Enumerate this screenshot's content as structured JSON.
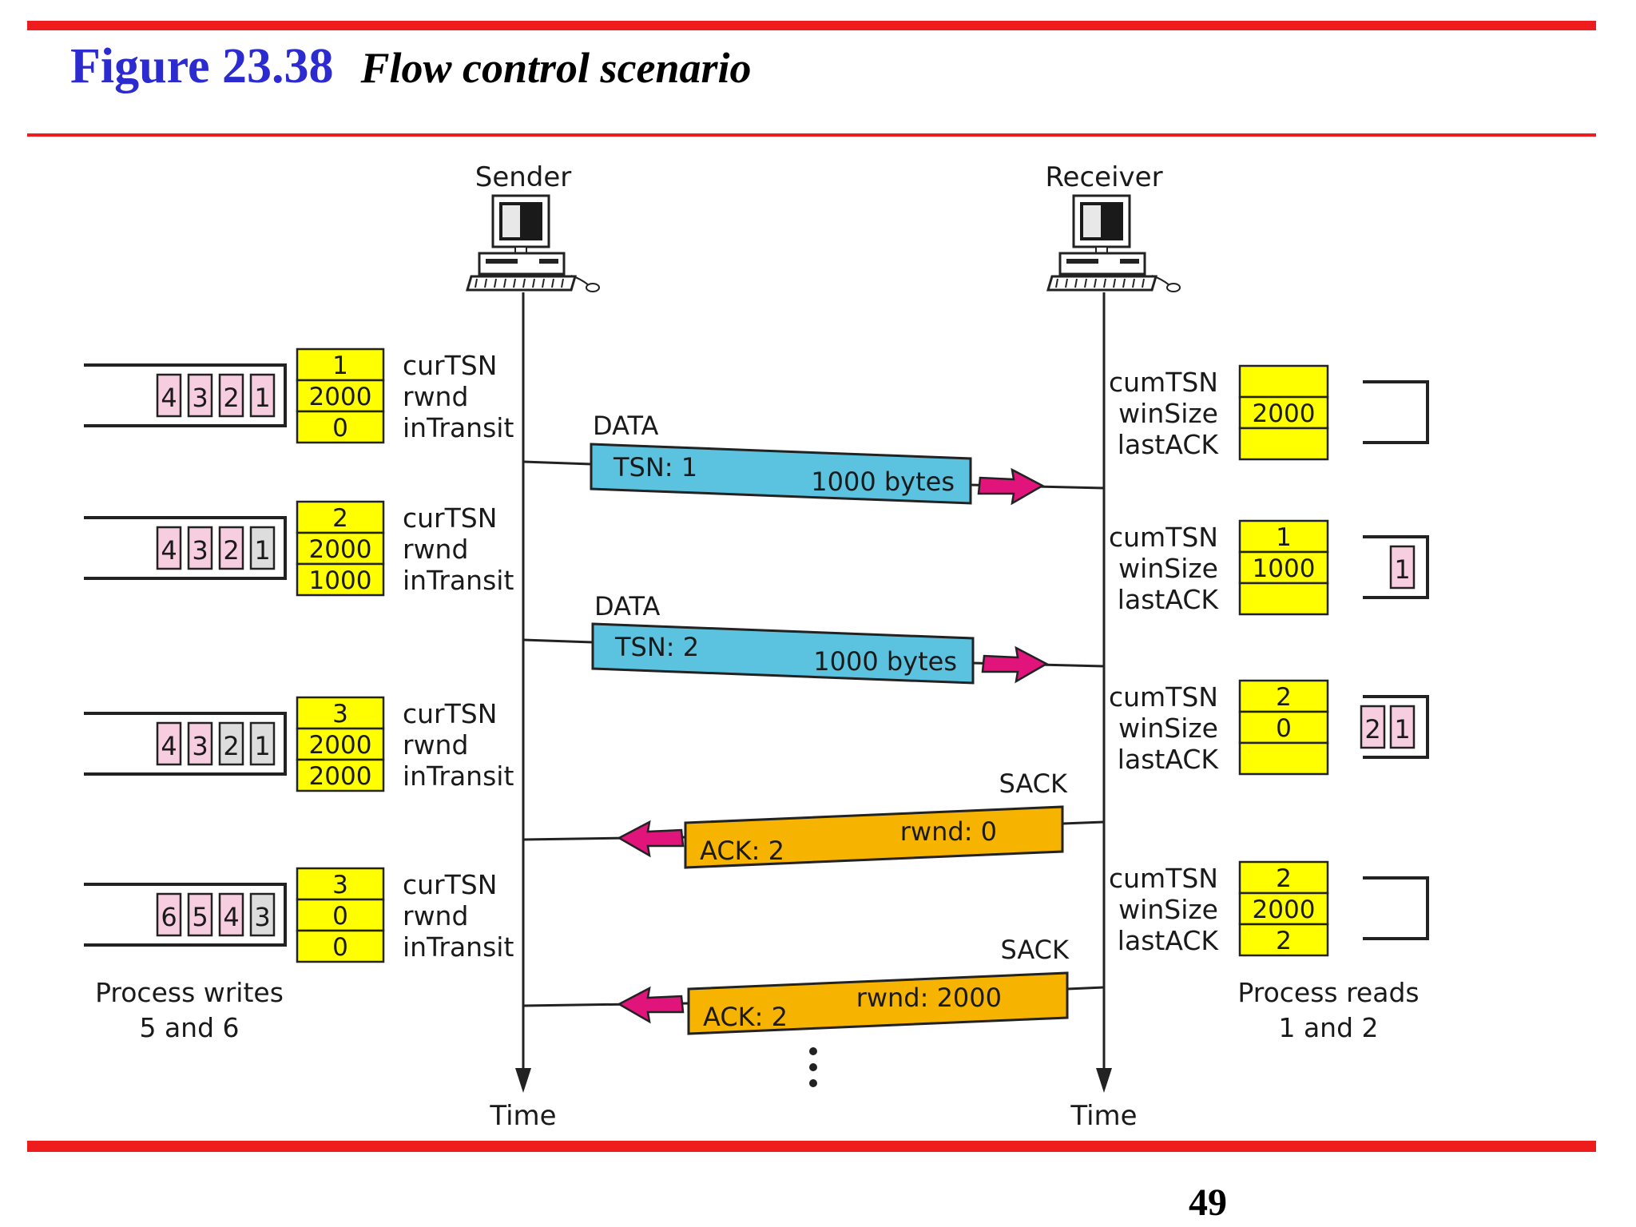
{
  "figure": {
    "title": "Figure 23.38",
    "subtitle": "Flow control scenario",
    "page_number": "49"
  },
  "colors": {
    "rule": "#ee1c1c",
    "title": "#2b2bd0",
    "yellow_box": "#ffff00",
    "data_packet": "#5bc3e0",
    "sack_packet": "#f6b400",
    "arrow": "#e0147a",
    "chunk_pink": "#f7cde0",
    "chunk_gray": "#dddddd"
  },
  "icons": {
    "host": "computer-icon",
    "arrow": "arrow-icon"
  },
  "hosts": {
    "sender": "Sender",
    "receiver": "Receiver",
    "time": "Time"
  },
  "sender_labels": [
    "curTSN",
    "rwnd",
    "inTransit"
  ],
  "receiver_labels": [
    "cumTSN",
    "winSize",
    "lastACK"
  ],
  "sender_states": [
    {
      "values": [
        "1",
        "2000",
        "0"
      ],
      "chunks": [
        "4",
        "3",
        "2",
        "1"
      ],
      "sent": [
        false,
        false,
        false,
        false
      ]
    },
    {
      "values": [
        "2",
        "2000",
        "1000"
      ],
      "chunks": [
        "4",
        "3",
        "2",
        "1"
      ],
      "sent": [
        false,
        false,
        false,
        true
      ]
    },
    {
      "values": [
        "3",
        "2000",
        "2000"
      ],
      "chunks": [
        "4",
        "3",
        "2",
        "1"
      ],
      "sent": [
        false,
        false,
        true,
        true
      ]
    },
    {
      "values": [
        "3",
        "0",
        "0"
      ],
      "chunks": [
        "6",
        "5",
        "4",
        "3"
      ],
      "sent": [
        false,
        false,
        false,
        true
      ]
    }
  ],
  "receiver_states": [
    {
      "values": [
        "",
        "2000",
        ""
      ],
      "chunks": []
    },
    {
      "values": [
        "1",
        "1000",
        ""
      ],
      "chunks": [
        "1"
      ]
    },
    {
      "values": [
        "2",
        "0",
        ""
      ],
      "chunks": [
        "2",
        "1"
      ]
    },
    {
      "values": [
        "2",
        "2000",
        "2"
      ],
      "chunks": []
    }
  ],
  "packets": [
    {
      "kind": "DATA",
      "left": "TSN: 1",
      "right": "1000 bytes"
    },
    {
      "kind": "DATA",
      "left": "TSN: 2",
      "right": "1000 bytes"
    },
    {
      "kind": "SACK",
      "left": "ACK: 2",
      "right": "rwnd: 0"
    },
    {
      "kind": "SACK",
      "left": "ACK: 2",
      "right": "rwnd: 2000"
    }
  ],
  "notes": {
    "sender": [
      "Process writes",
      "5 and 6"
    ],
    "receiver": [
      "Process reads",
      "1 and 2"
    ]
  }
}
